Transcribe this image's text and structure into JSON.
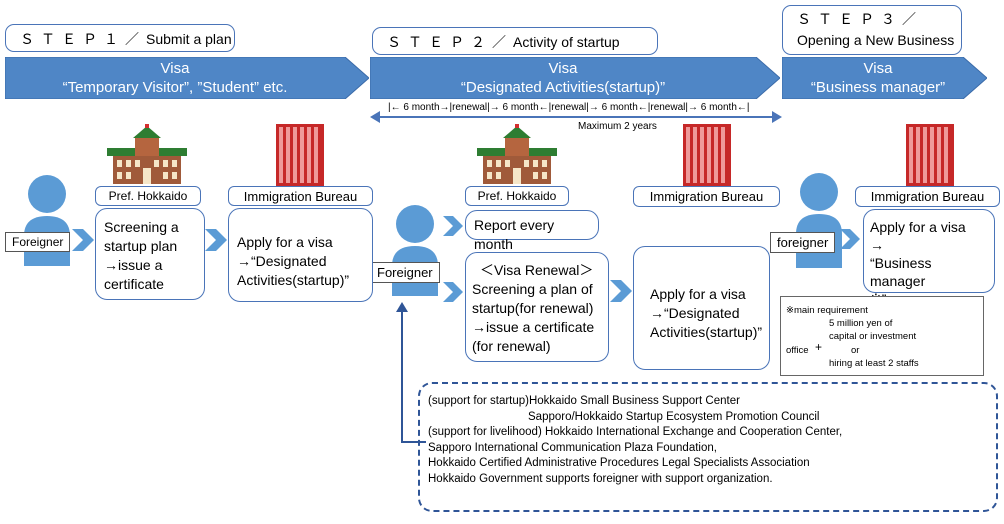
{
  "steps": [
    {
      "num": "ＳＴＥＰ１／",
      "title": "Submit a plan"
    },
    {
      "num": "ＳＴＥＰ２／",
      "title": "Activity of startup"
    },
    {
      "num": "ＳＴＥＰ３／",
      "title": "Opening a New Business"
    }
  ],
  "visa_bands": [
    {
      "line1": "Visa",
      "line2": "“Temporary Visitor”, ”Student” etc."
    },
    {
      "line1": "Visa",
      "line2": "“Designated Activities(startup)”"
    },
    {
      "line1": "Visa",
      "line2": "“Business manager”"
    }
  ],
  "timeline": {
    "text": "|← 6 month→|renewal|→ 6 month←|renewal|→ 6 month←|renewal|→ 6 month←|",
    "max": "Maximum 2 years"
  },
  "persons": {
    "p1": "Foreigner",
    "p2": "Foreigner",
    "p3": "foreigner"
  },
  "headers": {
    "pref1": "Pref. Hokkaido",
    "imm1": "Immigration Bureau",
    "pref2": "Pref. Hokkaido",
    "imm2": "Immigration Bureau",
    "imm3": "Immigration Bureau"
  },
  "boxes": {
    "screen1": [
      "Screening a",
      "startup plan",
      "→issue a",
      "certificate"
    ],
    "apply1": [
      "Apply for a visa",
      "→“Designated",
      "Activities(startup)”"
    ],
    "report": "Report every month",
    "renewal": [
      "＜Visa Renewal＞",
      "Screening a plan of",
      "startup(for renewal)",
      "→issue a certificate",
      "(for renewal)"
    ],
    "apply2": [
      "Apply for a visa",
      "→“Designated",
      "Activities(startup)”"
    ],
    "apply3": [
      "Apply for a visa",
      "→",
      "“Business manager",
      "※”"
    ]
  },
  "requirement": {
    "title": "※main requirement",
    "l1": "5 million yen of",
    "l2": "capital or investment",
    "office": "office",
    "plus": "+",
    "or": "or",
    "l3": "hiring at least 2 staffs"
  },
  "support": [
    "(support for startup)Hokkaido Small Business Support Center",
    "Sapporo/Hokkaido Startup Ecosystem Promotion Council",
    "(support for livelihood) Hokkaido International Exchange and Cooperation Center,",
    " Sapporo International Communication Plaza Foundation,",
    "Hokkaido Certified Administrative Procedures Legal Specialists Association",
    "Hokkaido Government supports foreigner with support organization."
  ],
  "colors": {
    "band": "#4f86c6",
    "line": "#4a74b8",
    "person": "#5b9bd5",
    "chevron": "#5b9bd5",
    "dark": "#2f5597"
  }
}
